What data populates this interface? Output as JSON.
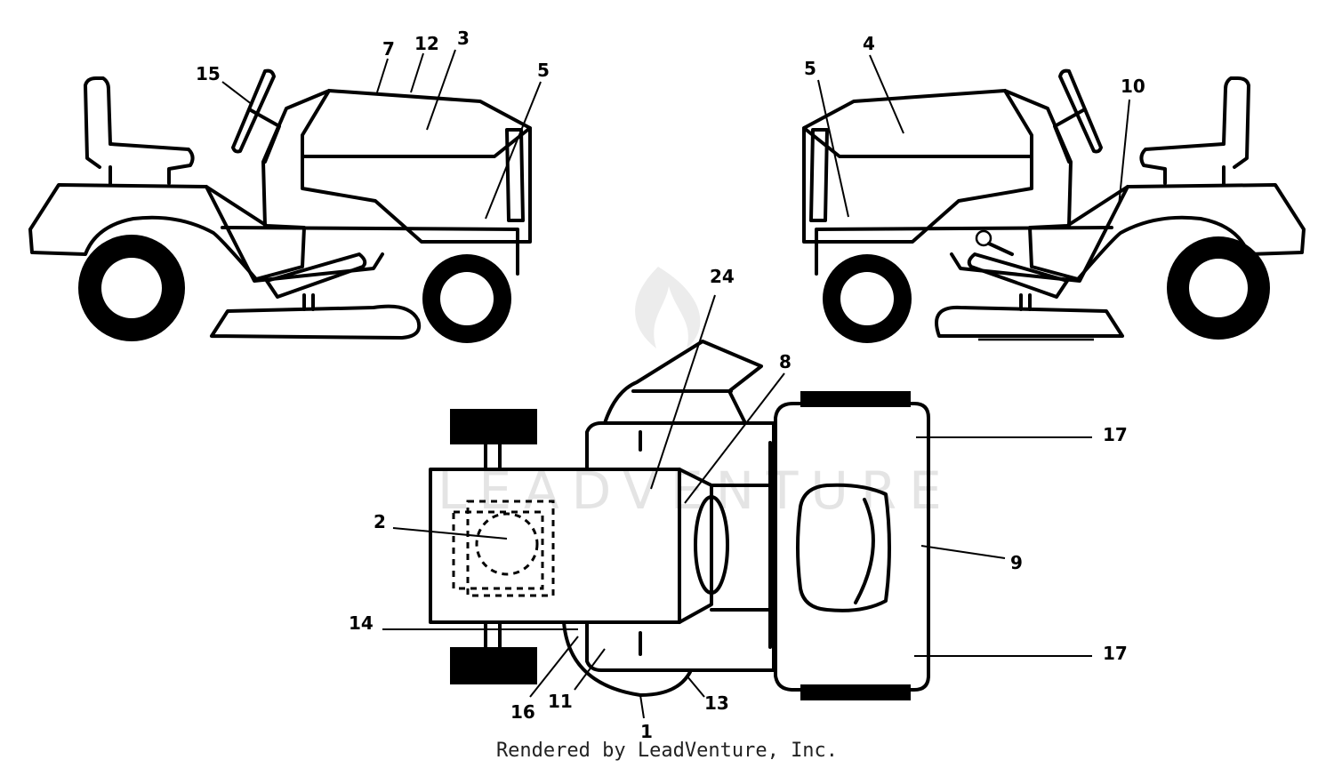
{
  "watermark": {
    "brand": "LEADVENTURE"
  },
  "credit": "Rendered by LeadVenture, Inc.",
  "callouts": {
    "c1": "1",
    "c2": "2",
    "c3": "3",
    "c4": "4",
    "c5a": "5",
    "c5b": "5",
    "c7": "7",
    "c8": "8",
    "c9": "9",
    "c10": "10",
    "c11": "11",
    "c12": "12",
    "c13": "13",
    "c14": "14",
    "c15": "15",
    "c16": "16",
    "c17a": "17",
    "c17b": "17",
    "c24": "24"
  }
}
